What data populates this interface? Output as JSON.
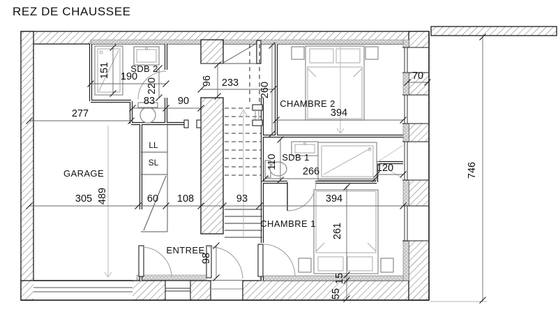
{
  "title": "REZ DE CHAUSSEE",
  "rooms": {
    "garage": "GARAGE",
    "sdb2": "SDB 2",
    "sdb1": "SDB 1",
    "chambre2": "CHAMBRE 2",
    "chambre1": "CHAMBRE 1",
    "entree": "ENTREE",
    "ll": "LL",
    "sl": "SL"
  },
  "dims": {
    "shower2_len": "151",
    "sdb2_width": "190",
    "sdb2_depth": "220",
    "wc_width": "83",
    "corridor_width": "90",
    "stair_gap": "96",
    "hall_width": "233",
    "corridor_len": "260",
    "wall_pier": "70",
    "garage_top_width": "277",
    "garage_width": "305",
    "garage_len": "489",
    "closet_width": "60",
    "hall2_width": "108",
    "stair_width": "93",
    "wc1_width": "110",
    "sdb1_width": "266",
    "shower_to_wall": "120",
    "chambre2_width": "394",
    "chambre1_width": "394",
    "bed1_len": "261",
    "entry_door": "98",
    "wall_thk": "55",
    "insul_thk": "15",
    "building_depth": "746"
  }
}
